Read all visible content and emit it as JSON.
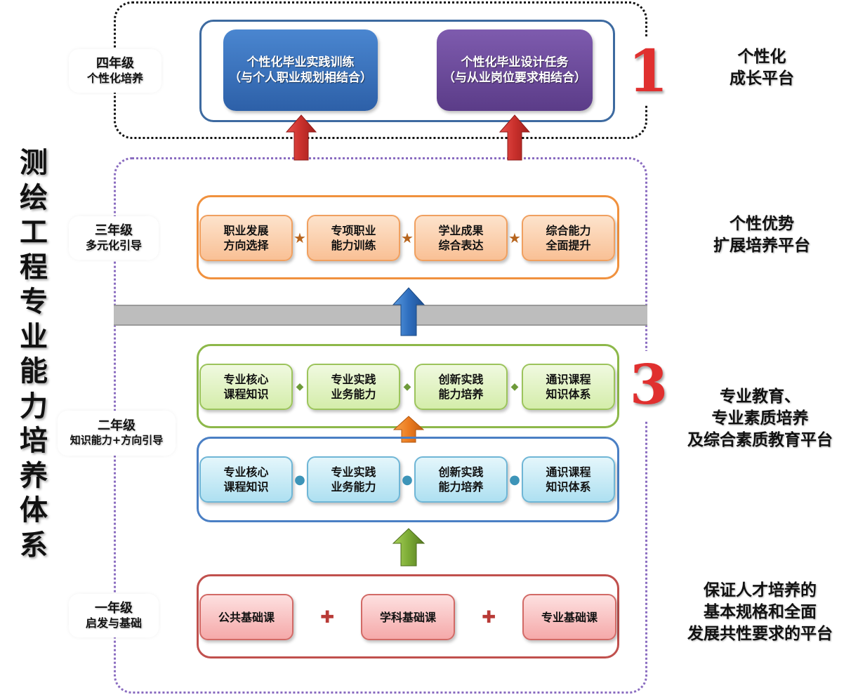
{
  "title": "测绘工程专业能力培养体系",
  "colors": {
    "blue_box": "#3b73bd",
    "purple_box": "#6d4a9a",
    "orange_fill": "#fbd2b0",
    "orange_border": "#f0913e",
    "green_fill": "#e2f3c6",
    "green_border": "#8db84a",
    "cyan_fill": "#c7ecf6",
    "cyan_border": "#5a9bd5",
    "pink_fill": "#f8c1c1",
    "pink_border": "#c0504d",
    "number_red": "#e0302f"
  },
  "grades": [
    {
      "year": "四年级",
      "focus": "个性化培养"
    },
    {
      "year": "三年级",
      "focus": "多元化引导"
    },
    {
      "year": "二年级",
      "focus": "知识能力+方向引导"
    },
    {
      "year": "一年级",
      "focus": "启发与基础"
    }
  ],
  "year4": {
    "boxes": [
      {
        "line1": "个性化毕业实践训练",
        "line2": "（与个人职业规划相结合）"
      },
      {
        "line1": "个性化毕业设计任务",
        "line2": "（与从业岗位要求相结合）"
      }
    ],
    "number": "1",
    "platform": [
      "个性化",
      "成长平台"
    ]
  },
  "year3": {
    "boxes": [
      {
        "line1": "职业发展",
        "line2": "方向选择"
      },
      {
        "line1": "专项职业",
        "line2": "能力训练"
      },
      {
        "line1": "学业成果",
        "line2": "综合表达"
      },
      {
        "line1": "综合能力",
        "line2": "全面提升"
      }
    ],
    "separator": "★",
    "platform": [
      "个性优势",
      "扩展培养平台"
    ]
  },
  "year2_green": {
    "boxes": [
      {
        "line1": "专业核心",
        "line2": "课程知识"
      },
      {
        "line1": "专业实践",
        "line2": "业务能力"
      },
      {
        "line1": "创新实践",
        "line2": "能力培养"
      },
      {
        "line1": "通识课程",
        "line2": "知识体系"
      }
    ],
    "separator": "◆"
  },
  "year2_blue": {
    "boxes": [
      {
        "line1": "专业核心",
        "line2": "课程知识"
      },
      {
        "line1": "专业实践",
        "line2": "业务能力"
      },
      {
        "line1": "创新实践",
        "line2": "能力培养"
      },
      {
        "line1": "通识课程",
        "line2": "知识体系"
      }
    ],
    "separator": "●"
  },
  "year2_number": "3",
  "year2_platform": [
    "专业教育、",
    "专业素质培养",
    "及综合素质教育平台"
  ],
  "year1": {
    "boxes": [
      "公共基础课",
      "学科基础课",
      "专业基础课"
    ],
    "separator": "✚",
    "platform": [
      "保证人才培养的",
      "基本规格和全面",
      "发展共性要求的平台"
    ]
  },
  "arrows": [
    {
      "name": "red-up-arrow-left",
      "color": "red"
    },
    {
      "name": "red-up-arrow-right",
      "color": "red"
    },
    {
      "name": "blue-up-arrow",
      "color": "blue"
    },
    {
      "name": "orange-up-arrow",
      "color": "orange"
    },
    {
      "name": "green-up-arrow",
      "color": "green"
    }
  ]
}
